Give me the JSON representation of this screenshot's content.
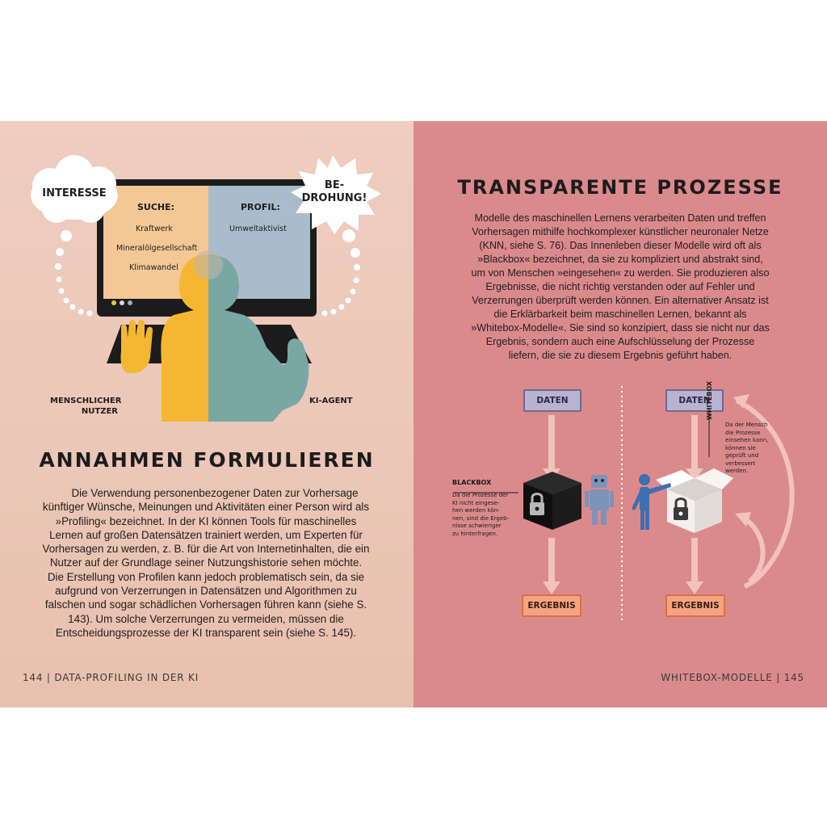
{
  "left_page": {
    "cloud_left": "INTERESSE",
    "cloud_right_line1": "BE-",
    "cloud_right_line2": "DROHUNG!",
    "screen": {
      "left_heading": "SUCHE:",
      "left_items": [
        "Kraftwerk",
        "Mineralölgesellschaft",
        "Klimawandel"
      ],
      "right_heading": "PROFIL:",
      "right_items": [
        "Umweltaktivist"
      ]
    },
    "label_human_line1": "MENSCHLICHER",
    "label_human_line2": "NUTZER",
    "label_agent": "KI-AGENT",
    "title": "ANNAHMEN FORMULIEREN",
    "body": "Die Verwendung personenbezogener Daten zur Vorhersage künftiger Wünsche, Meinungen und Aktivitäten einer Person wird als »Profiling« bezeichnet. In der KI können Tools für maschinelles Lernen auf großen Datensätzen trainiert werden, um Experten für Vorhersagen zu werden, z. B. für die Art von Internetinhalten, die ein Nutzer auf der Grundlage seiner Nutzungshistorie sehen möchte. Die Erstellung von Profilen kann jedoch problematisch sein, da sie aufgrund von Verzerrungen in Datensätzen und Algorithmen zu falschen und sogar schädlichen Vorhersagen führen kann (siehe S. 143). Um solche Verzerrungen zu vermeiden, müssen die Entscheidungsprozesse der KI transparent sein (siehe S. 145).",
    "footer": "144 | DATA-PROFILING IN DER KI"
  },
  "right_page": {
    "title": "TRANSPARENTE PROZESSE",
    "body": "Modelle des maschinellen Lernens verarbeiten Daten und treffen Vorhersagen mithilfe hochkomplexer künstlicher neuronaler Netze (KNN, siehe S. 76). Das Innenleben dieser Modelle wird oft als »Blackbox« bezeichnet, da sie zu kompliziert und abstrakt sind, um von Menschen »eingesehen« zu werden. Sie produzieren also Ergebnisse, die nicht richtig verstanden oder auf Fehler und Verzerrungen überprüft werden können. Ein alternativer Ansatz ist die Erklärbarkeit beim maschinellen Lernen, bekannt als »Whitebox-Modelle«. Sie sind so konzipiert, dass sie nicht nur das Ergebnis, sondern auch eine Aufschlüsselung der Prozesse liefern, die sie zu diesem Ergebnis geführt haben.",
    "diagram": {
      "daten_label": "DATEN",
      "ergebnis_label": "ERGEBNIS",
      "blackbox_title": "BLACKBOX",
      "blackbox_note": [
        "Da die Prozesse der",
        "KI nicht eingese-",
        "hen werden kön-",
        "nen, sind die Ergeb-",
        "nisse schwieriger",
        "zu hinterfragen."
      ],
      "whitebox_title": "WHITEBOX",
      "whitebox_note": [
        "Da der Mensch",
        "die Prozesse",
        "einsehen kann,",
        "können sie",
        "geprüft und",
        "verbessert",
        "werden."
      ]
    },
    "footer": "WHITEBOX-MODELLE | 145"
  }
}
